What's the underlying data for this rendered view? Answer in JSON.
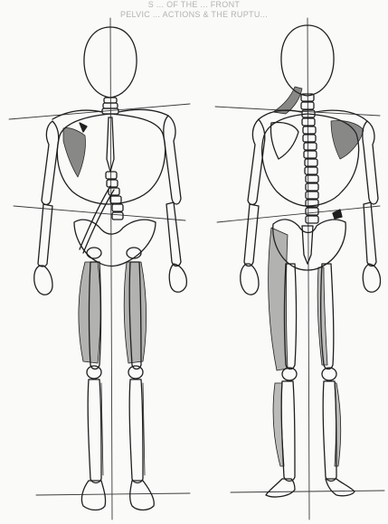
{
  "scan_bleed_through": {
    "line1": "S ... OF THE ... FRONT",
    "line2": "PELVIC ... ACTIONS & THE RUPTU..."
  },
  "figures": [
    {
      "view": "front",
      "icon": "skeleton-front-view-icon"
    },
    {
      "view": "back",
      "icon": "skeleton-back-view-icon"
    }
  ],
  "colors": {
    "paper": "#fafaf8",
    "ink": "#1f1f1f",
    "guide_line": "#3a3a3a",
    "hatch": "#2a2a2a"
  }
}
